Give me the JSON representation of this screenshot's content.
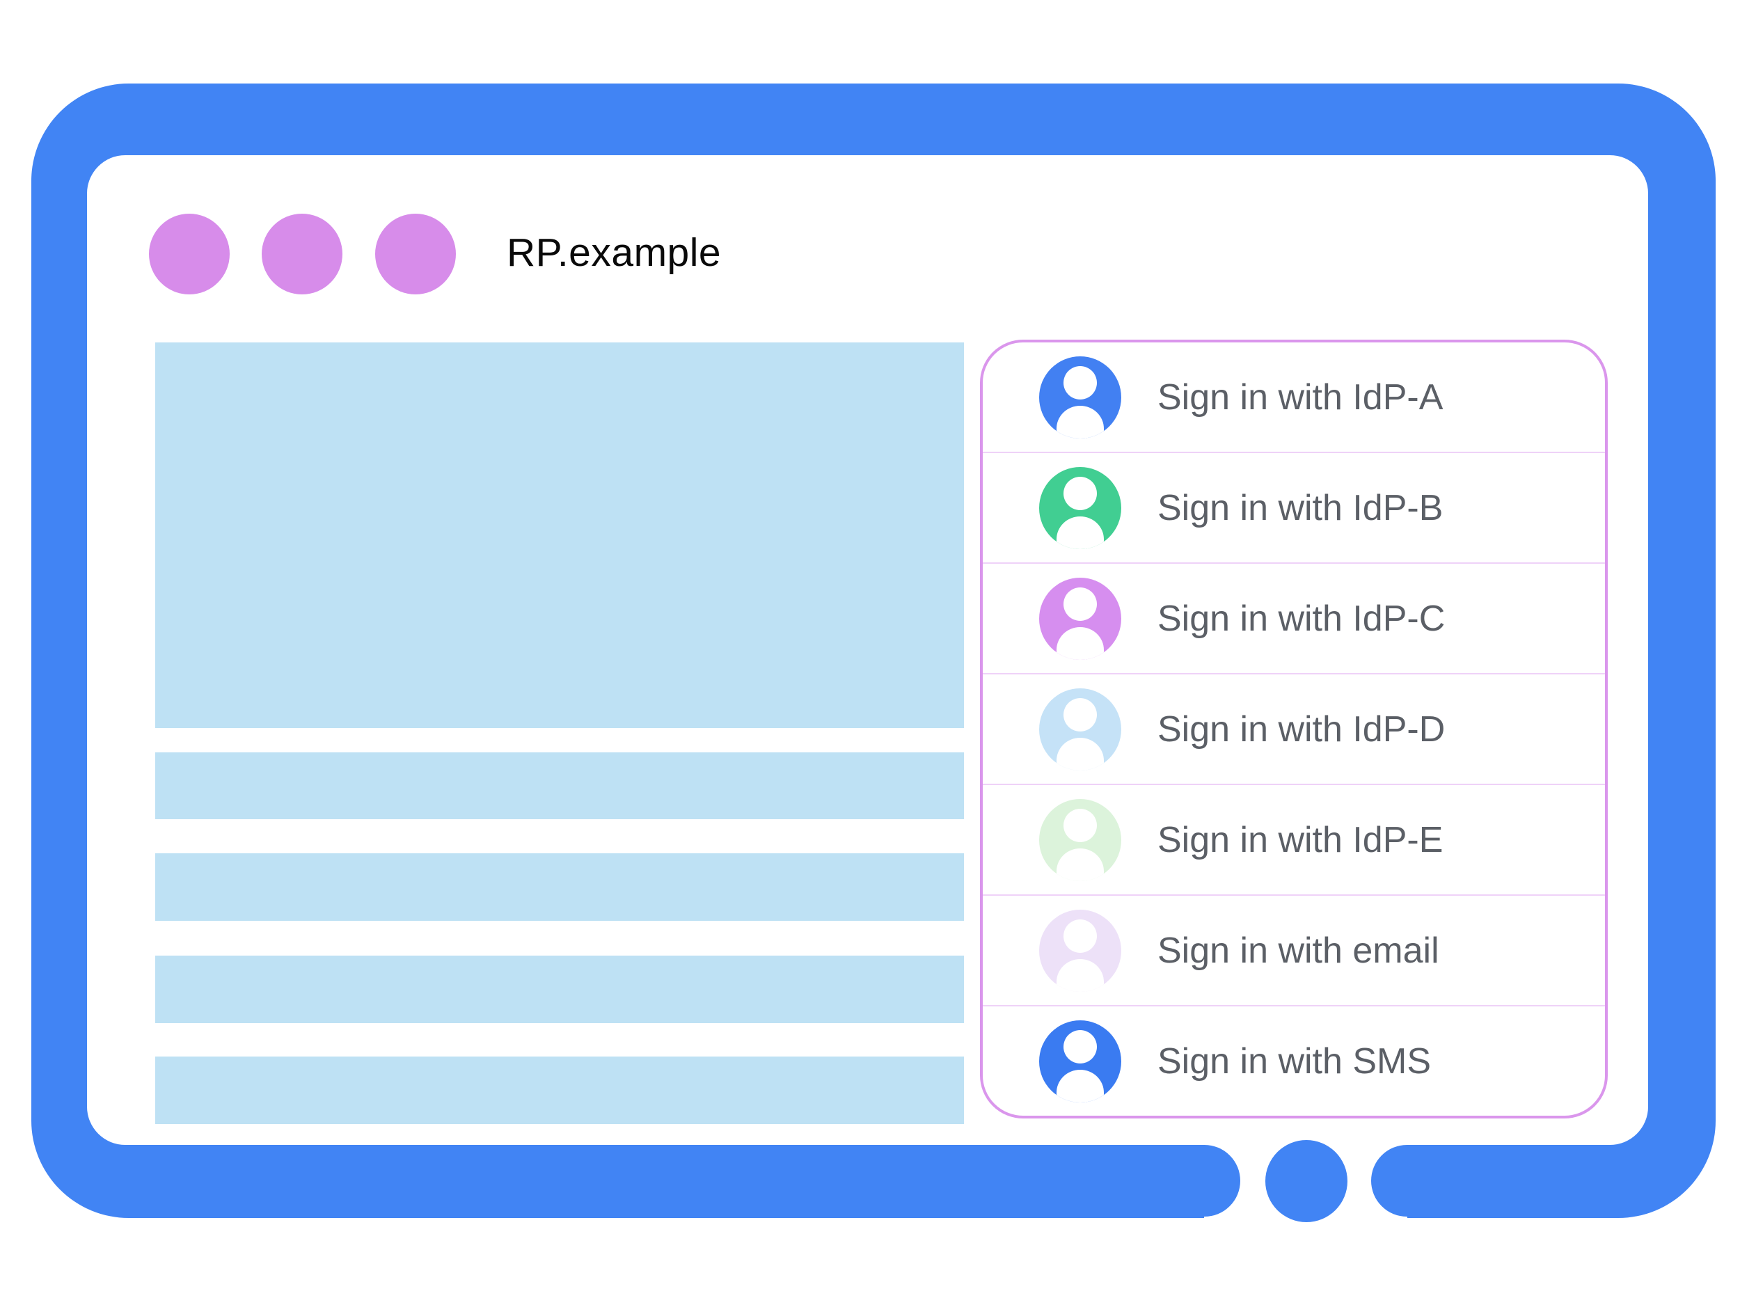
{
  "illustration": {
    "browser": {
      "title": "RP.example"
    },
    "signin": {
      "items": [
        {
          "label": "Sign in with IdP-A",
          "avatar_color": "#4280F2"
        },
        {
          "label": "Sign in with IdP-B",
          "avatar_color": "#41CE92"
        },
        {
          "label": "Sign in with IdP-C",
          "avatar_color": "#D68EEF"
        },
        {
          "label": "Sign in with IdP-D",
          "avatar_color": "#C5E2F7"
        },
        {
          "label": "Sign in with IdP-E",
          "avatar_color": "#DCF3DB"
        },
        {
          "label": "Sign in with email",
          "avatar_color": "#EDE1F8"
        },
        {
          "label": "Sign in with SMS",
          "avatar_color": "#3A7BF1"
        }
      ]
    },
    "colors": {
      "frame_blue": "#4184F4",
      "dot_purple": "#D78CEA",
      "placeholder_blue": "#BEE1F4",
      "panel_border": "#DA96EC",
      "row_separator": "#EFD2F8",
      "label_gray": "#5B5F66",
      "title_black": "#0A0A0A"
    }
  }
}
